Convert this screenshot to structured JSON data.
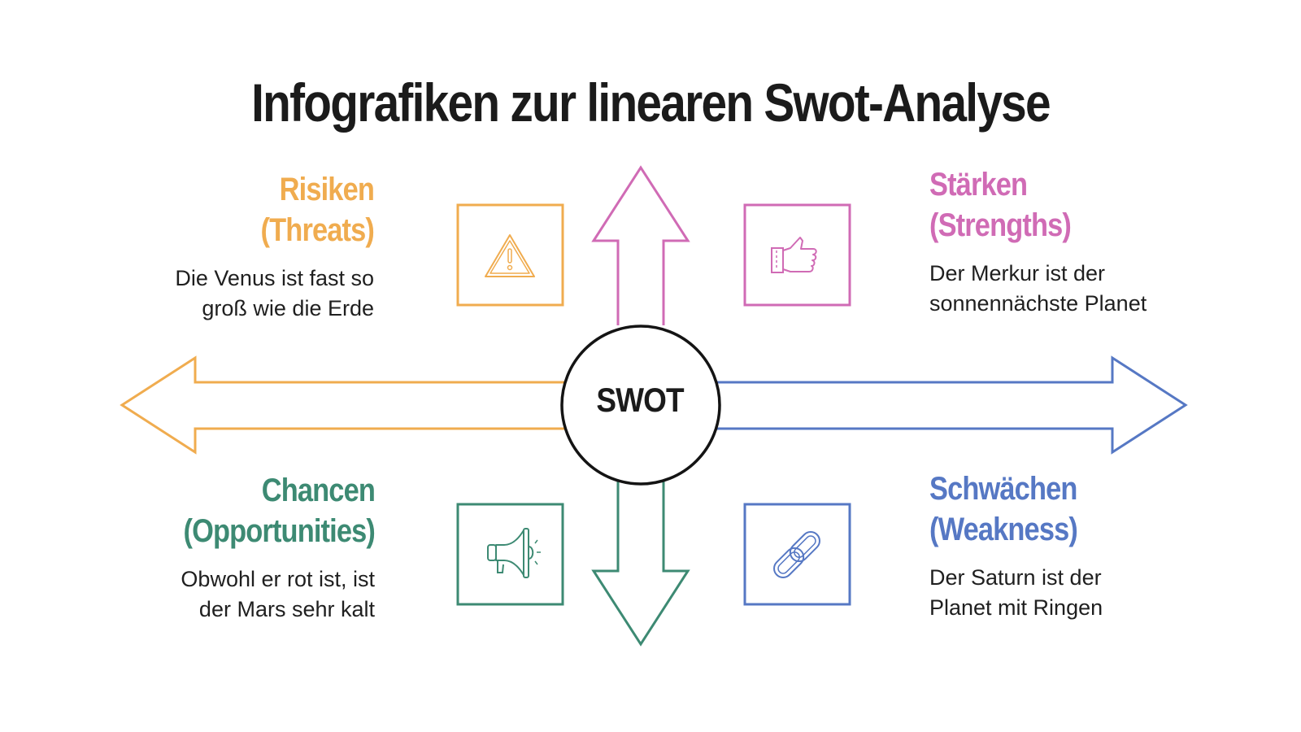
{
  "title": "Infografiken zur linearen Swot-Analyse",
  "center": {
    "label": "SWOT"
  },
  "colors": {
    "threats": "#f0ac4f",
    "strengths": "#d06bb5",
    "opportunities": "#3d8a73",
    "weakness": "#5678c4",
    "text": "#1f1f1f"
  },
  "quadrants": {
    "threats": {
      "title": "Risiken",
      "subtitle": "(Threats)",
      "desc_line1": "Die Venus ist fast so",
      "desc_line2": "groß wie die Erde",
      "icon": "warning-triangle-icon"
    },
    "strengths": {
      "title": "Stärken",
      "subtitle": "(Strengths)",
      "desc_line1": "Der Merkur ist der",
      "desc_line2": "sonnennächste Planet",
      "icon": "thumbs-up-icon"
    },
    "opportunities": {
      "title": "Chancen",
      "subtitle": "(Opportunities)",
      "desc_line1": "Obwohl er rot ist, ist",
      "desc_line2": "der Mars sehr kalt",
      "icon": "megaphone-icon"
    },
    "weakness": {
      "title": "Schwächen",
      "subtitle": "(Weakness)",
      "desc_line1": "Der Saturn ist der",
      "desc_line2": "Planet mit Ringen",
      "icon": "chain-link-icon"
    }
  }
}
